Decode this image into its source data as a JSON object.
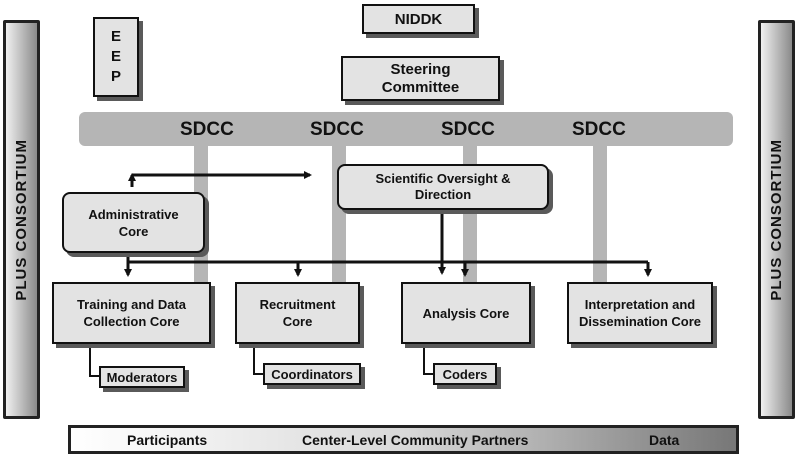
{
  "top": {
    "niddk": "NIDDK",
    "eep": "E E P",
    "steering": "Steering Committee"
  },
  "sdcc_labels": [
    "SDCC",
    "SDCC",
    "SDCC",
    "SDCC"
  ],
  "consortium": {
    "left": "PLUS CONSORTIUM",
    "right": "PLUS CONSORTIUM"
  },
  "boxes": {
    "scientific": "Scientific Oversight & Direction",
    "admin": "Administrative Core",
    "training": "Training and Data Collection Core",
    "recruitment": "Recruitment Core",
    "analysis": "Analysis Core",
    "interpretation": "Interpretation and Dissemination Core"
  },
  "sub": {
    "moderators": "Moderators",
    "coordinators": "Coordinators",
    "coders": "Coders"
  },
  "bottom": {
    "participants": "Participants",
    "partners": "Center-Level Community Partners",
    "data": "Data"
  }
}
